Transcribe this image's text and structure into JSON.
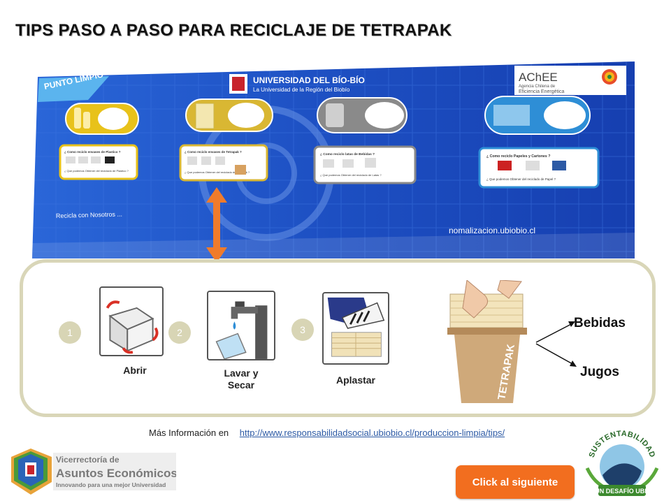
{
  "page": {
    "title": "TIPS PASO A PASO PARA RECICLAJE DE TETRAPAK"
  },
  "banner": {
    "corner_tag": "PUNTO LIMPIO",
    "university_name": "UNIVERSIDAD DEL BÍO-BÍO",
    "university_tagline": "La Universidad de la Región del Biobío",
    "achee_name": "AChEE",
    "achee_line1": "Agencia Chilena de",
    "achee_line2": "Eficiencia Energética",
    "bottom_slogan": "Recicla con Nosotros ...",
    "website": "nomalizacion.ubiobio.cl",
    "cards": [
      {
        "title": "¿ Como reciclo envases de Plastico ?",
        "subtitle": "¿ Que podemos Obtener del reciclado de Plastico ?"
      },
      {
        "title": "¿ Como reciclo envases de Tetrapak ?",
        "subtitle": "¿ Que podemos Obtener del reciclado de Tetrapak ?"
      },
      {
        "title": "¿ Como reciclo latas de Bebidas ?",
        "subtitle": "¿ Que podemos Obtener del reciclado de Latas ?"
      },
      {
        "title": "¿ Como reciclo Papeles y Cartones ?",
        "subtitle": "¿ Que podemos Obtener del reciclado de Papel ?"
      }
    ],
    "colors": {
      "plastic": "#e8c21a",
      "tetrapak": "#d9b733",
      "cans": "#8a8a8a",
      "paper": "#2e8ed6",
      "background": "#1a4fc7"
    }
  },
  "steps": [
    {
      "number": "1",
      "label": "Abrir"
    },
    {
      "number": "2",
      "label": "Lavar y Secar"
    },
    {
      "number": "3",
      "label": "Aplastar"
    }
  ],
  "bin_label": "TETRAPAK",
  "destinations": [
    "Bebidas",
    "Jugos"
  ],
  "info": {
    "prefix": "Más Información  en",
    "link": "http://www.responsabilidadsocial.ubiobio.cl/produccion-limpia/tips/"
  },
  "footer_left": {
    "line1": "Vicerrectoría de",
    "line2": "Asuntos Económicos",
    "line3": "Innovando para una mejor Universidad"
  },
  "next_button": "Click al siguiente",
  "footer_right": {
    "top_text": "SUSTENTABILIDAD",
    "bottom_text": "UN DESAFÍO UBB"
  }
}
